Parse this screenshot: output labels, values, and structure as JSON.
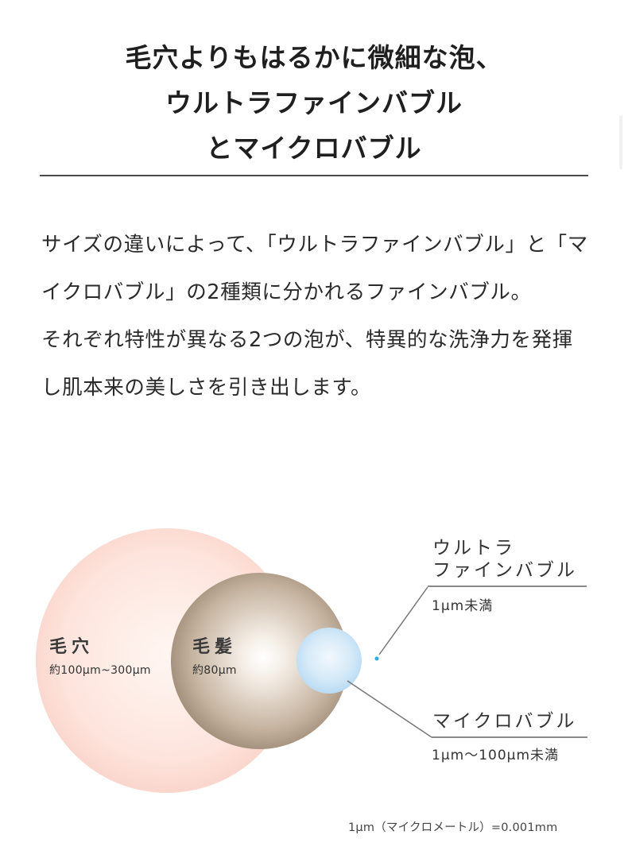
{
  "heading": {
    "lines": [
      "毛穴よりもはるかに微細な泡、",
      "ウルトラファインバブル",
      "とマイクロバブル"
    ]
  },
  "body": {
    "paragraph1": "サイズの違いによって、「ウルトラファインバブル」と「マイクロバブル」の2種類に分かれるファインバブル。",
    "paragraph2": "それぞれ特性が異なる2つの泡が、特異的な洗浄力を発揮し肌本来の美しさを引き出します。"
  },
  "diagram": {
    "pore": {
      "label": "毛穴",
      "size": "約100μm~300μm",
      "color": "#f6bfb3"
    },
    "hair": {
      "label": "毛髪",
      "size": "約80μm",
      "color": "#82705a"
    },
    "microbubble_circle_color": "#9fcdef",
    "ultrafine_dot_color": "#29a9e0",
    "ultrafine": {
      "label_line1": "ウルトラ",
      "label_line2": "ファインバブル",
      "size": "1μm未満"
    },
    "microbubble": {
      "label": "マイクロバブル",
      "size": "1μm〜100μm未満"
    },
    "footnote": "1μm（マイクロメートル）=0.001mm"
  }
}
